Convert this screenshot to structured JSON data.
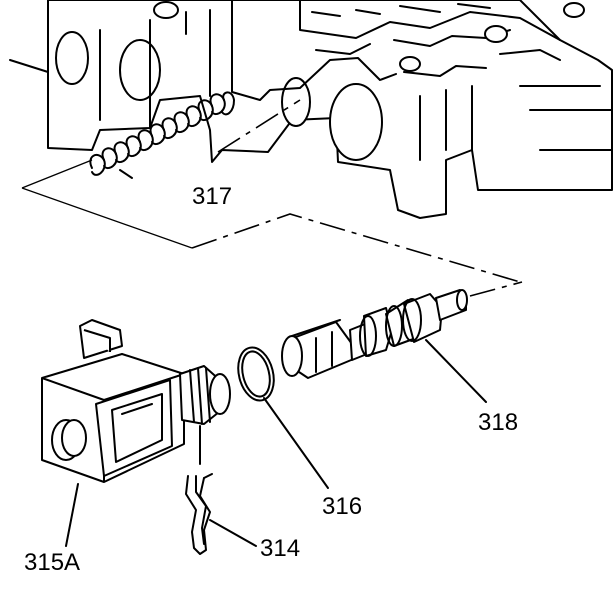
{
  "callouts": {
    "spring": "317",
    "valve": "318",
    "seal": "316",
    "retainer": "314",
    "solenoid": "315A"
  }
}
